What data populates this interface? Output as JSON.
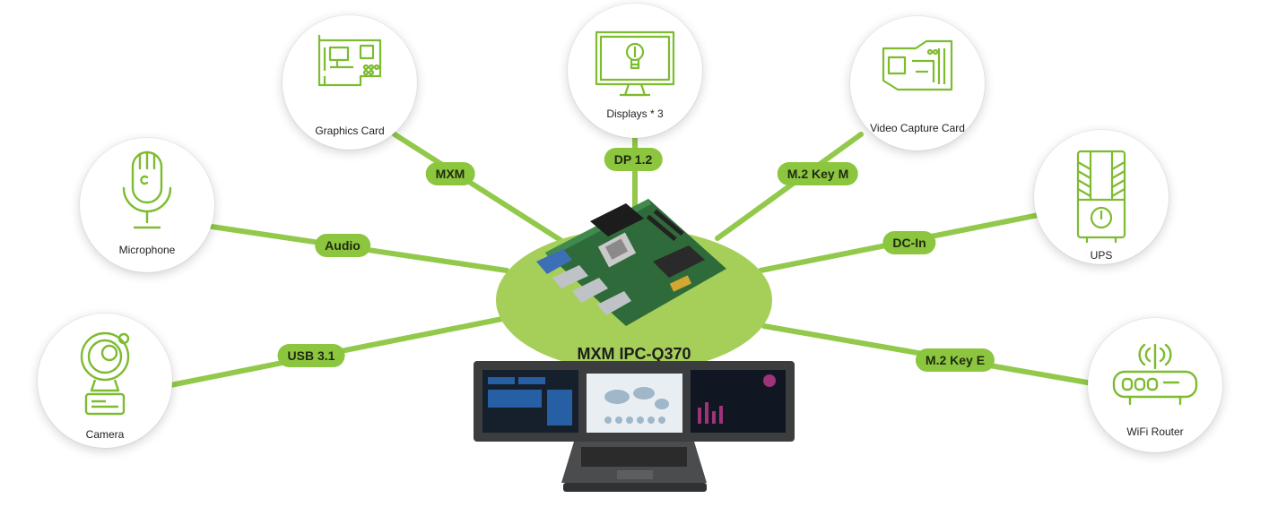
{
  "hub": {
    "name": "MXM IPC-Q370"
  },
  "connections": [
    {
      "device": "Graphics Card",
      "interface": "MXM",
      "icon": "graphics-card-icon"
    },
    {
      "device": "Displays * 3",
      "interface": "DP 1.2",
      "icon": "display-icon"
    },
    {
      "device": "Video Capture Card",
      "interface": "M.2 Key M",
      "icon": "capture-card-icon"
    },
    {
      "device": "Microphone",
      "interface": "Audio",
      "icon": "microphone-icon"
    },
    {
      "device": "UPS",
      "interface": "DC-In",
      "icon": "ups-icon"
    },
    {
      "device": "Camera",
      "interface": "USB 3.1",
      "icon": "camera-icon"
    },
    {
      "device": "WiFi Router",
      "interface": "M.2 Key E",
      "icon": "wifi-router-icon"
    }
  ],
  "colors": {
    "accent": "#8cc63f",
    "hub": "#a6cf5a",
    "icon_stroke": "#7dbb2f"
  }
}
